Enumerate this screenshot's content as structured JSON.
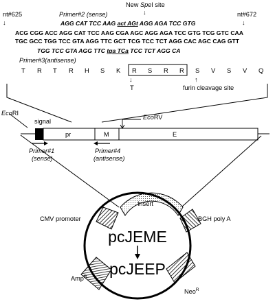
{
  "sequence": {
    "nt_left": "nt#625",
    "nt_right": "nt#672",
    "primer2_label": "Primer#2 (sense)",
    "spe_label_prefix": "New ",
    "spe_label_enzyme": "Spe",
    "spe_label_suffix": "I site",
    "primer2_a": "AGG CAT TCC AAG ",
    "primer2_mut": "act AGt",
    "primer2_b": " AGG AGA TCC GTG",
    "top_strand": "ACG CGG ACC AGG CAT TCC AAG CGA AGC AGG AGA TCC GTG TCG GTC CAA",
    "bottom_strand": "TGC GCC TGG TCC GTA AGG TTC GCT TCG TCC TCT AGG CAC AGC CAG GTT",
    "primer3_a": "TGG TCC GTA AGG TTC ",
    "primer3_mut": "tga TCa",
    "primer3_b": " TCC TCT AGG CA",
    "primer3_label": "Primer#3(antisense)",
    "amino_acids": [
      "T",
      "R",
      "T",
      "R",
      "H",
      "S",
      "K",
      "R",
      "S",
      "R",
      "R",
      "S",
      "V",
      "S",
      "V",
      "Q"
    ],
    "mut_residue": "T",
    "furin_label": "furin cleavage site"
  },
  "gene_map": {
    "ecori_enzyme": "Eco",
    "ecori_suffix": "RI",
    "ecorv_enzyme": "Eco",
    "ecorv_suffix": "RV",
    "signal_label": "signal",
    "segment_pr": "pr",
    "segment_m": "M",
    "segment_e": "E",
    "primer1_label": "Primer#1",
    "primer1_sub": "(sense)",
    "primer4_label": "Primer#4",
    "primer4_sub": "(antisense)"
  },
  "plasmid": {
    "insert_label": "Insert",
    "cmv_label": "CMV promoter",
    "bgh_label": "BGH poly A",
    "name_top": "pcJEME",
    "name_bottom": "pcJEEP",
    "amp_label": "Amp",
    "amp_sup": "R",
    "neo_label": "Neo",
    "neo_sup": "R"
  },
  "colors": {
    "ink": "#000000",
    "background": "#ffffff"
  }
}
